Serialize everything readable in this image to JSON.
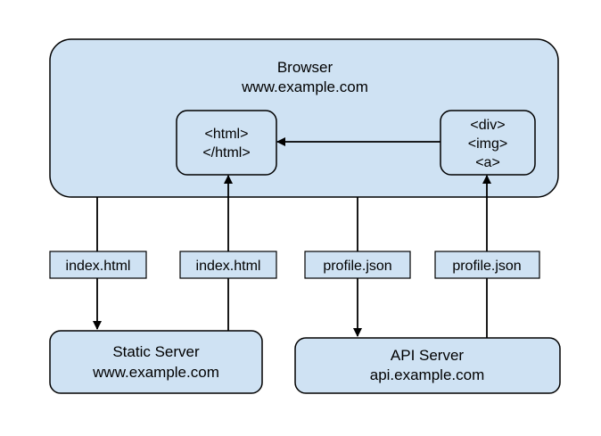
{
  "colors": {
    "box_fill": "#cfe2f3",
    "inner_fill": "#cfe2f3",
    "stroke": "#000000",
    "background": "#ffffff"
  },
  "browser": {
    "title": "Browser",
    "host": "www.example.com",
    "html_box": {
      "line1": "<html>",
      "line2": "</html>"
    },
    "elements_box": {
      "line1": "<div>",
      "line2": "<img>",
      "line3": "<a>"
    }
  },
  "labels": {
    "index_html_down": "index.html",
    "index_html_up": "index.html",
    "profile_json_down": "profile.json",
    "profile_json_up": "profile.json"
  },
  "static_server": {
    "title": "Static Server",
    "host": "www.example.com"
  },
  "api_server": {
    "title": "API Server",
    "host": "api.example.com"
  }
}
